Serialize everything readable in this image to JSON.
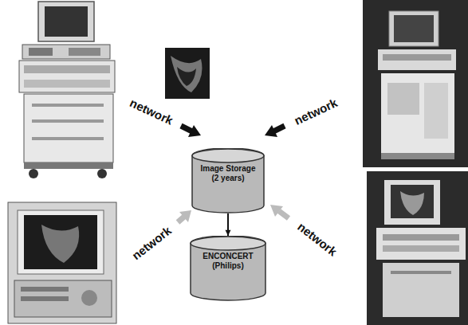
{
  "diagram": {
    "nodes": [
      {
        "text": [
          "Image Storage (2 years)"
        ]
      },
      {
        "text": [
          "ENCONCERT (Philips)"
        ]
      }
    ],
    "edges": [
      {
        "from": 0,
        "to": 1,
        "arrow": "to"
      }
    ],
    "labels": [
      "network",
      "network",
      "network",
      "network"
    ]
  }
}
